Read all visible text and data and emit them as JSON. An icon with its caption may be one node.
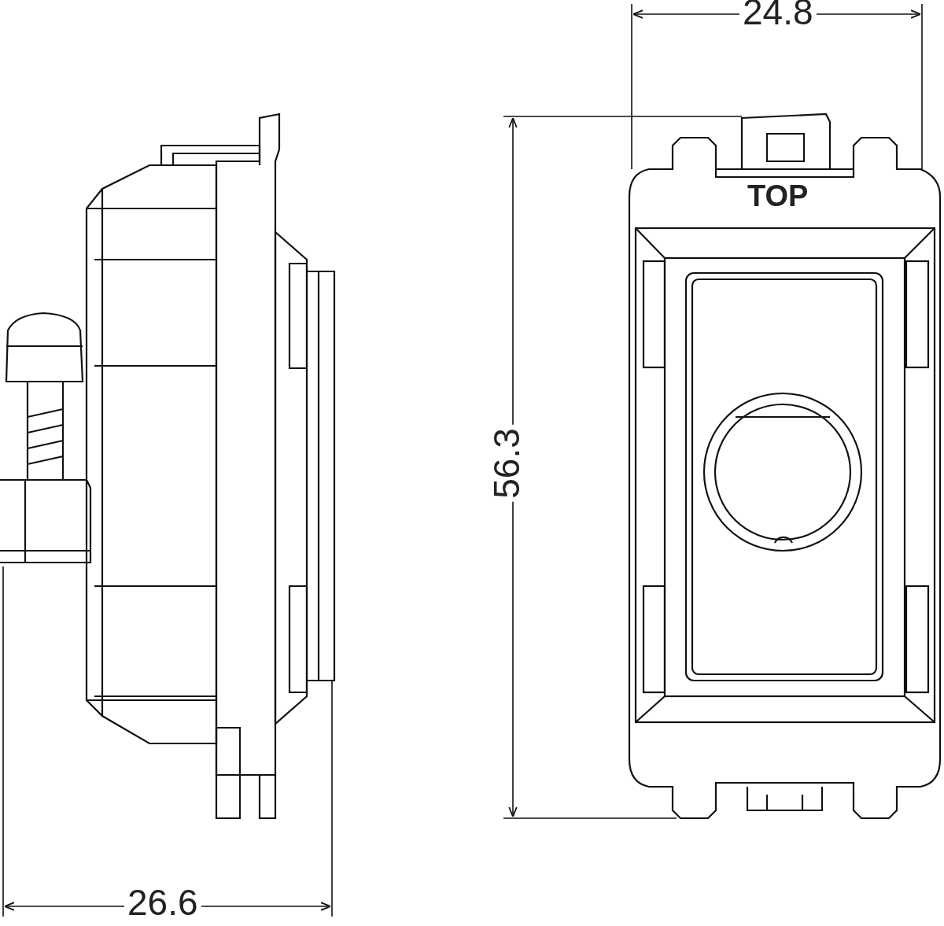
{
  "diagram": {
    "labels": [
      "24.8",
      "TOP",
      "56.3",
      "26.6"
    ]
  }
}
